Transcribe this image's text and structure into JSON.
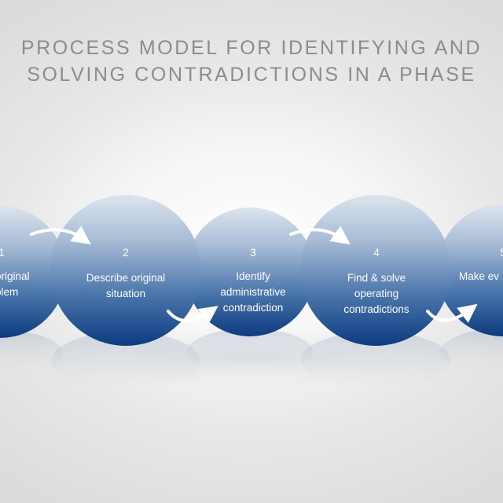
{
  "title": {
    "line1": "PROCESS MODEL FOR IDENTIFYING AND",
    "line2": "SOLVING CONTRADICTIONS IN A PHASE"
  },
  "steps": [
    {
      "number": "1",
      "label_line1": "original",
      "label_line2": "blem"
    },
    {
      "number": "2",
      "label_line1": "Describe original",
      "label_line2": "situation"
    },
    {
      "number": "3",
      "label_line1": "Identify",
      "label_line2": "administrative",
      "label_line3": "contradiction"
    },
    {
      "number": "4",
      "label_line1": "Find & solve",
      "label_line2": "operating",
      "label_line3": "contradictions"
    },
    {
      "number": "5",
      "label_line1": "Make ev"
    }
  ],
  "colors": {
    "circle_top": "#cfd9e6",
    "circle_bottom": "#0f3f84",
    "title": "#8c8c8c",
    "arrow": "#ffffff"
  }
}
